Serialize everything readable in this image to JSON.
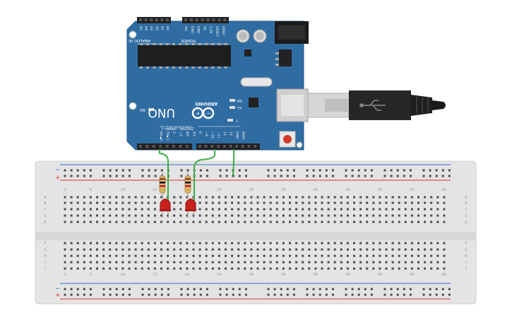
{
  "board": {
    "brand": "ARDUINO",
    "model": "UNO",
    "digital_label": "DIGITAL (PWM~)",
    "analog_label": "ANALOG IN",
    "power_label": "POWER",
    "on_label": "ON",
    "tx_label": "TX",
    "rx_label": "RX",
    "l_label": "L",
    "power_pins": [
      "IOREF",
      "RESET",
      "3.3V",
      "5V",
      "GND",
      "GND",
      "Vin"
    ],
    "analog_pins": [
      "A0",
      "A1",
      "A2",
      "A3",
      "A4",
      "A5"
    ],
    "digital_pins": [
      "AREF",
      "GND",
      "13",
      "12",
      "~11",
      "~10",
      "~9",
      "8",
      "7",
      "~6",
      "~5",
      "4",
      "~3",
      "2",
      "TX►1",
      "RX◄0"
    ]
  },
  "breadboard": {
    "row_letters_top": [
      "A",
      "B",
      "C",
      "D",
      "E"
    ],
    "row_letters_bottom": [
      "F",
      "G",
      "H",
      "I",
      "J"
    ],
    "column_numbers": [
      "1",
      "5",
      "10",
      "15",
      "20",
      "25",
      "30",
      "35",
      "40",
      "45",
      "50",
      "55",
      "60"
    ],
    "rail_minus": "−",
    "rail_plus": "+"
  },
  "colors": {
    "board": "#2f6ca2",
    "breadboard": "#e3e3e3",
    "wire": "#3cb043",
    "led": "#c8201c",
    "usb": "#2a2a2a"
  }
}
